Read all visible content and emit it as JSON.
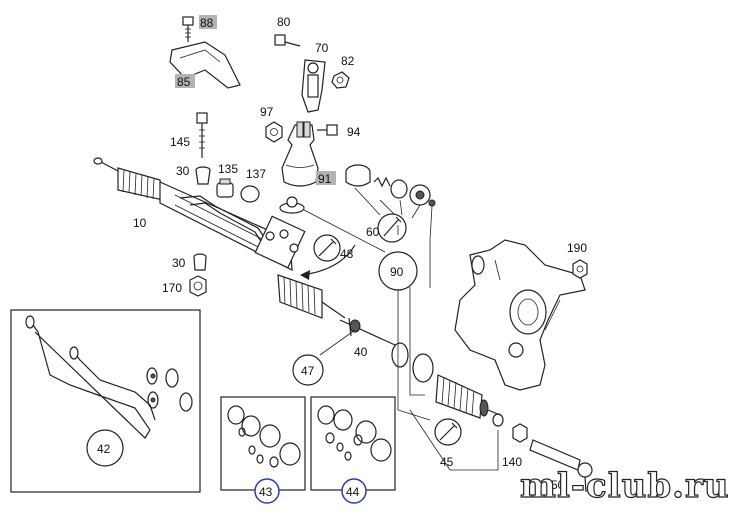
{
  "diagram": {
    "part_labels": {
      "p88": "88",
      "p85": "85",
      "p80": "80",
      "p70": "70",
      "p82": "82",
      "p97": "97",
      "p94": "94",
      "p145": "145",
      "p30a": "30",
      "p135": "135",
      "p137": "137",
      "p91": "91",
      "p10": "10",
      "p60": "60",
      "p48": "48",
      "p90": "90",
      "p190": "190",
      "p30b": "30",
      "p170": "170",
      "p47": "47",
      "p40": "40",
      "p42": "42",
      "p45": "45",
      "p140": "140",
      "p50": "50",
      "p43": "43",
      "p44": "44"
    },
    "watermark": "ml-club.ru"
  }
}
